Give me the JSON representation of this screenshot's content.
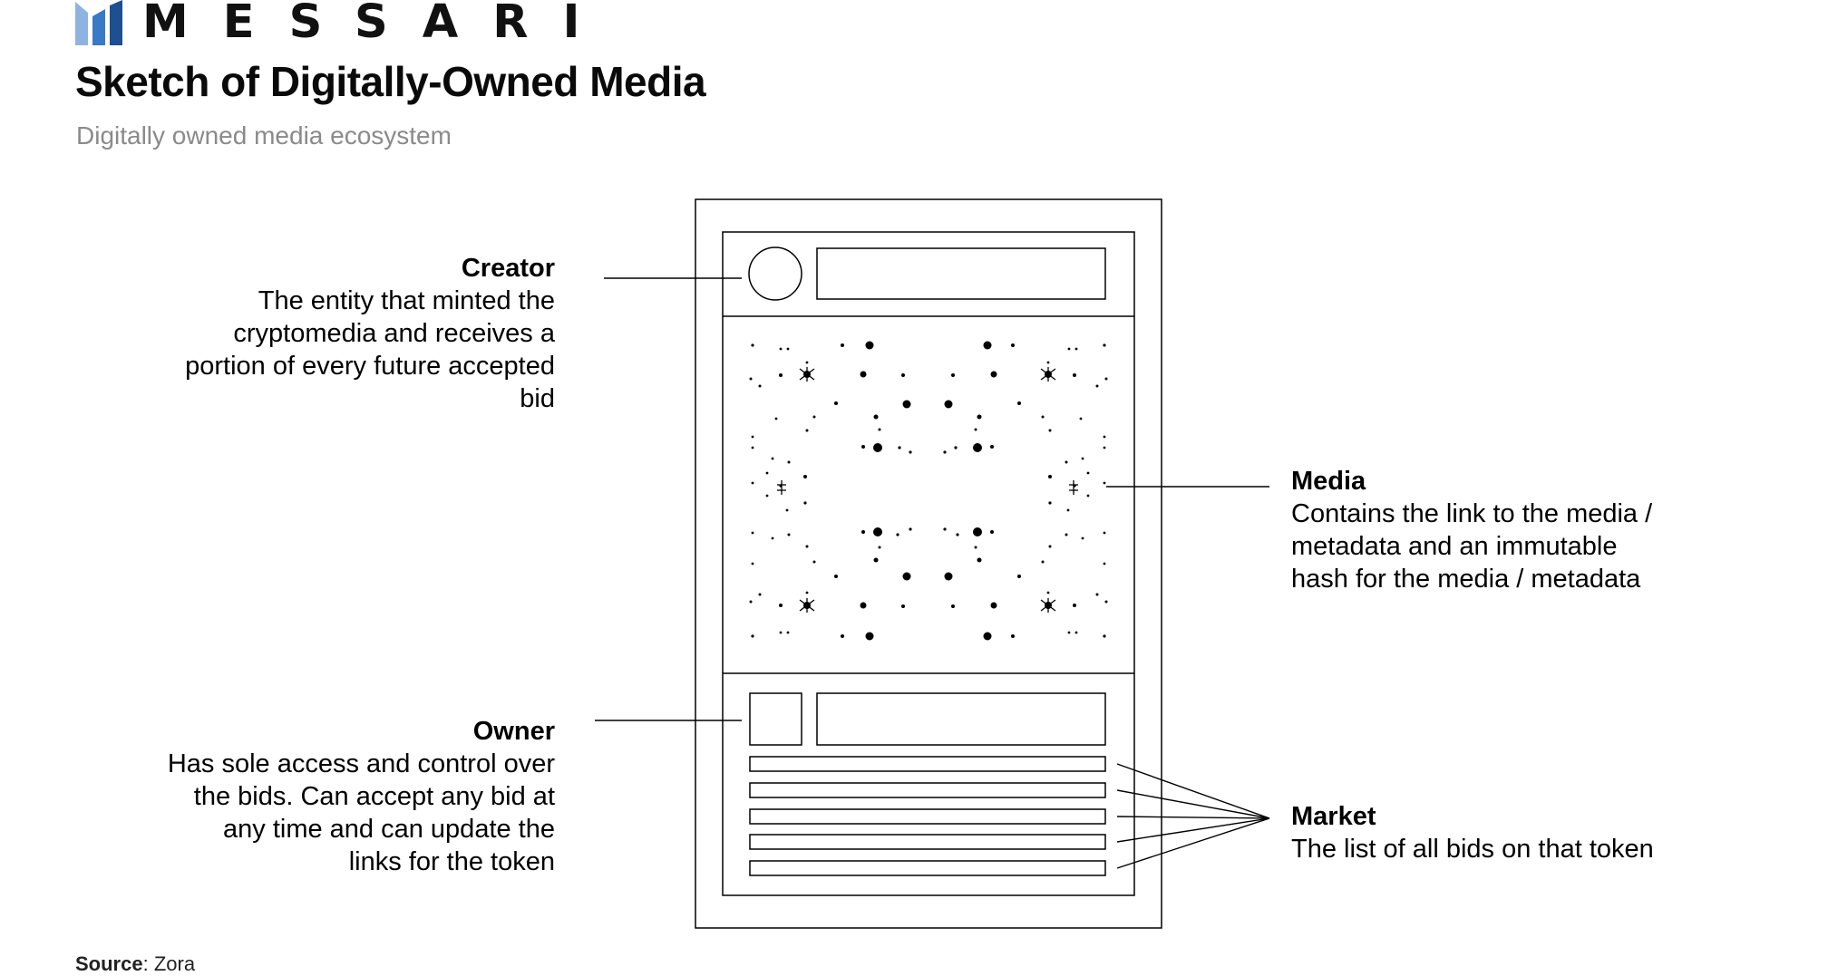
{
  "brand": {
    "name": "MESSARI",
    "accent": "#3a79c5"
  },
  "title": "Sketch of Digitally-Owned Media",
  "subtitle": "Digitally owned media ecosystem",
  "callouts": {
    "creator": {
      "title": "Creator",
      "lines": [
        "The entity that minted the",
        "cryptomedia and receives a",
        "portion of every future accepted",
        "bid"
      ]
    },
    "media": {
      "title": "Media",
      "lines": [
        "Contains the link to the media /",
        "metadata and an immutable",
        "hash for the media / metadata"
      ]
    },
    "owner": {
      "title": "Owner",
      "lines": [
        "Has sole access and control over",
        "the bids. Can accept any bid at",
        "any time and can update the",
        "links for the token"
      ]
    },
    "market": {
      "title": "Market",
      "lines": [
        "The list of all bids on that token"
      ]
    }
  },
  "source": {
    "label": "Source",
    "value": ": Zora"
  }
}
